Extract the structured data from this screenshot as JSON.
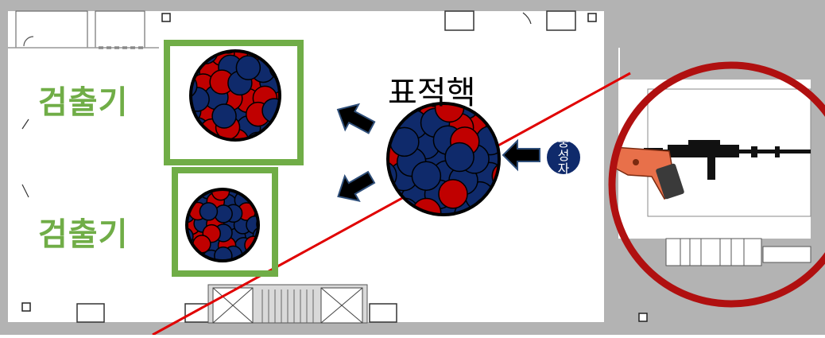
{
  "labels": {
    "detector_top": "검출기",
    "detector_bottom": "검출기",
    "target_nucleus": "표적핵",
    "neutron": [
      "중",
      "성",
      "자"
    ]
  },
  "colors": {
    "detector_box": "#70ad47",
    "nucleus_red": "#c00000",
    "nucleus_blue": "#0f2a6b",
    "arrow": "#000000",
    "arrow_edge": "#2f4f7a",
    "trajectory": "#e00000",
    "zoom_circle": "#b01010",
    "wall": "#a6a6a6",
    "flare_gun": "#e8704a"
  },
  "icons": [
    "detector-box",
    "nucleus",
    "neutron-circle",
    "scatter-arrow",
    "flare-gun-icon",
    "rifle-icon"
  ]
}
